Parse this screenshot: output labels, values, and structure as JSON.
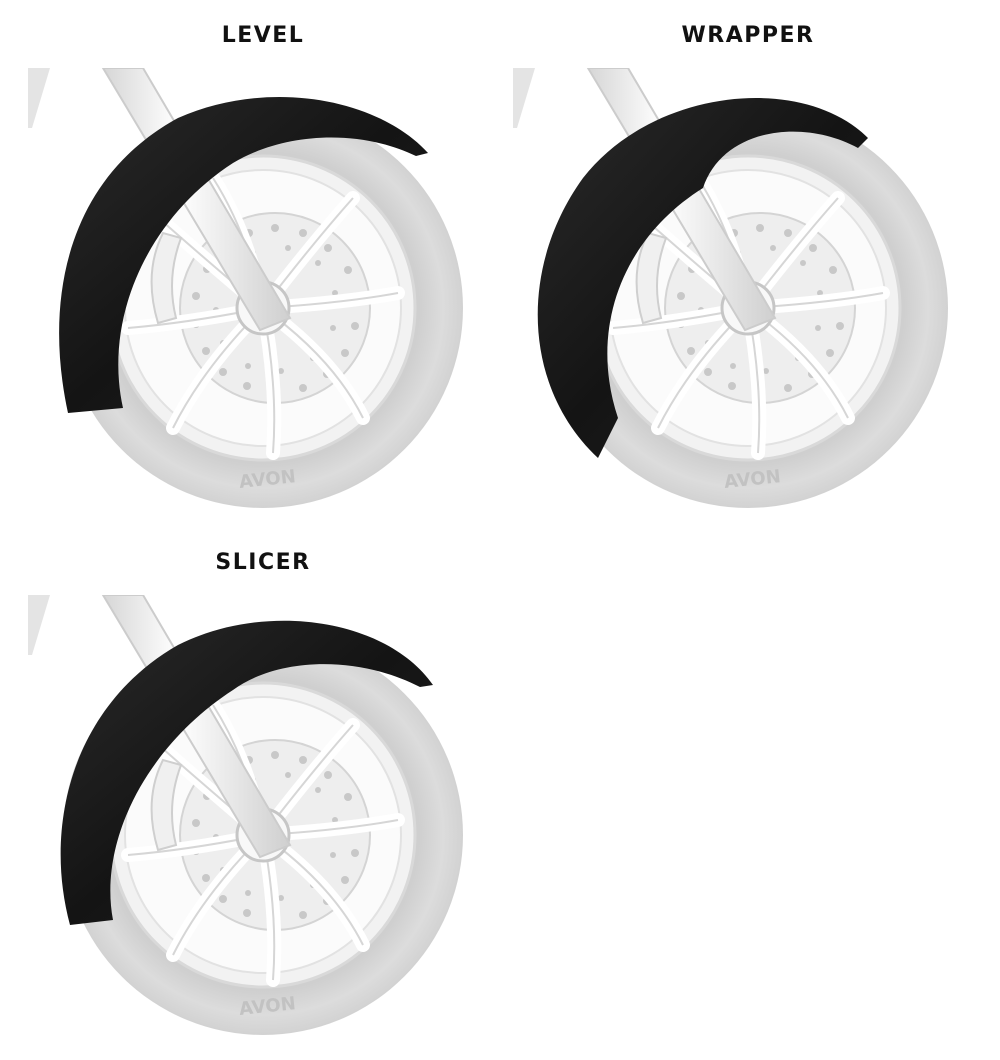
{
  "products": [
    {
      "title": "LEVEL",
      "fender_style": "level",
      "tire_brand": "AVON"
    },
    {
      "title": "WRAPPER",
      "fender_style": "wrapper",
      "tire_brand": "AVON"
    },
    {
      "title": "SLICER",
      "fender_style": "slicer",
      "tire_brand": "AVON"
    }
  ],
  "colors": {
    "fender": "#1c1c1c",
    "tire": "#d8d8d8",
    "rim": "#ededed",
    "chrome": "#f4f4f4",
    "chrome_edge": "#c9c9c9",
    "title": "#111111"
  }
}
